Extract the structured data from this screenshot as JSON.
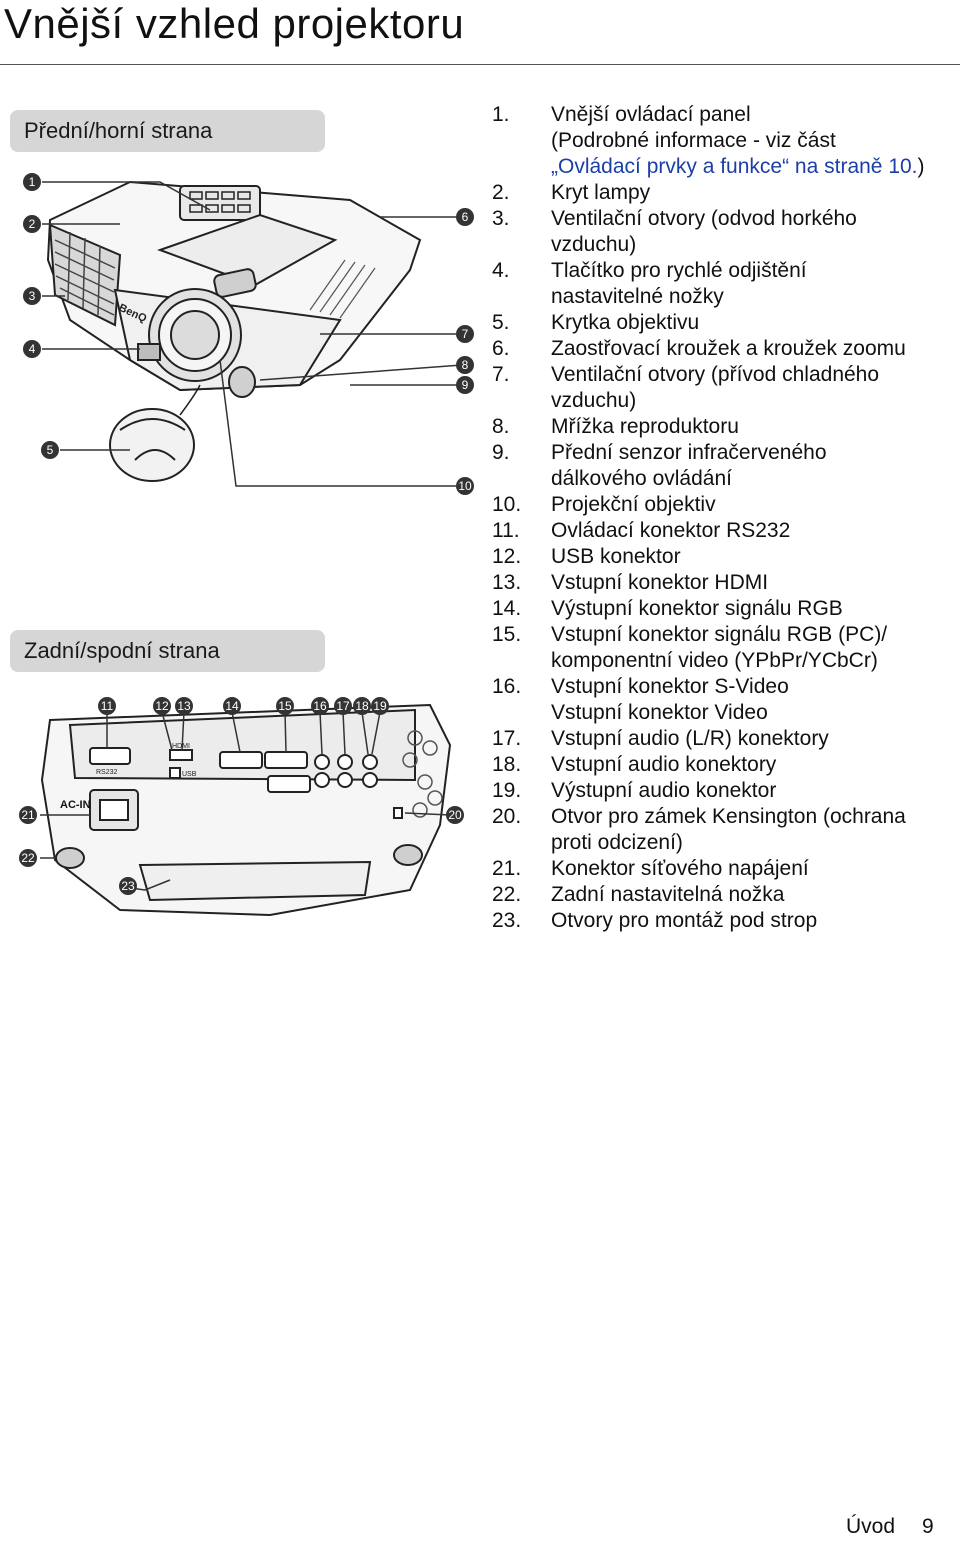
{
  "page": {
    "title": "Vnější vzhled projektoru",
    "footer_section": "Úvod",
    "footer_page": "9"
  },
  "sections": {
    "front": "Přední/horní strana",
    "rear": "Zadní/spodní strana"
  },
  "figure_labels": {
    "brand": "BenQ",
    "rs232": "RS232",
    "hdmi": "HDMI",
    "usb": "USB",
    "ac_in": "AC-IN"
  },
  "callouts": [
    "1",
    "2",
    "3",
    "4",
    "5",
    "6",
    "7",
    "8",
    "9",
    "10",
    "11",
    "12",
    "13",
    "14",
    "15",
    "16",
    "17",
    "18",
    "19",
    "20",
    "21",
    "22",
    "23"
  ],
  "items": [
    {
      "num": "1.",
      "lines": [
        "Vnější ovládací panel",
        "(Podrobné informace - viz část"
      ],
      "link": "„Ovládací prvky a funkce“ na straně 10.",
      "link_suffix": ")"
    },
    {
      "num": "2.",
      "lines": [
        "Kryt lampy"
      ]
    },
    {
      "num": "3.",
      "lines": [
        "Ventilační otvory (odvod horkého",
        "vzduchu)"
      ]
    },
    {
      "num": "4.",
      "lines": [
        "Tlačítko pro rychlé odjištění",
        "nastavitelné nožky"
      ]
    },
    {
      "num": "5.",
      "lines": [
        "Krytka objektivu"
      ]
    },
    {
      "num": "6.",
      "lines": [
        "Zaostřovací kroužek a kroužek zoomu"
      ]
    },
    {
      "num": "7.",
      "lines": [
        "Ventilační otvory (přívod chladného",
        "vzduchu)"
      ]
    },
    {
      "num": "8.",
      "lines": [
        "Mřížka reproduktoru"
      ]
    },
    {
      "num": "9.",
      "lines": [
        "Přední senzor infračerveného",
        "dálkového ovládání"
      ]
    },
    {
      "num": "10.",
      "lines": [
        "Projekční objektiv"
      ]
    },
    {
      "num": "11.",
      "lines": [
        "Ovládací konektor RS232"
      ]
    },
    {
      "num": "12.",
      "lines": [
        "USB konektor"
      ]
    },
    {
      "num": "13.",
      "lines": [
        "Vstupní konektor HDMI"
      ]
    },
    {
      "num": "14.",
      "lines": [
        "Výstupní konektor signálu RGB"
      ]
    },
    {
      "num": "15.",
      "lines": [
        "Vstupní konektor signálu RGB (PC)/",
        "komponentní video (YPbPr/YCbCr)"
      ]
    },
    {
      "num": "16.",
      "lines": [
        "Vstupní konektor S-Video",
        "Vstupní konektor Video"
      ]
    },
    {
      "num": "17.",
      "lines": [
        "Vstupní audio (L/R) konektory"
      ]
    },
    {
      "num": "18.",
      "lines": [
        "Vstupní audio konektory"
      ]
    },
    {
      "num": "19.",
      "lines": [
        "Výstupní audio konektor"
      ]
    },
    {
      "num": "20.",
      "lines": [
        "Otvor pro zámek Kensington (ochrana",
        "proti odcizení)"
      ]
    },
    {
      "num": "21.",
      "lines": [
        "Konektor síťového napájení"
      ]
    },
    {
      "num": "22.",
      "lines": [
        "Zadní nastavitelná nožka"
      ]
    },
    {
      "num": "23.",
      "lines": [
        "Otvory pro montáž pod strop"
      ]
    }
  ]
}
